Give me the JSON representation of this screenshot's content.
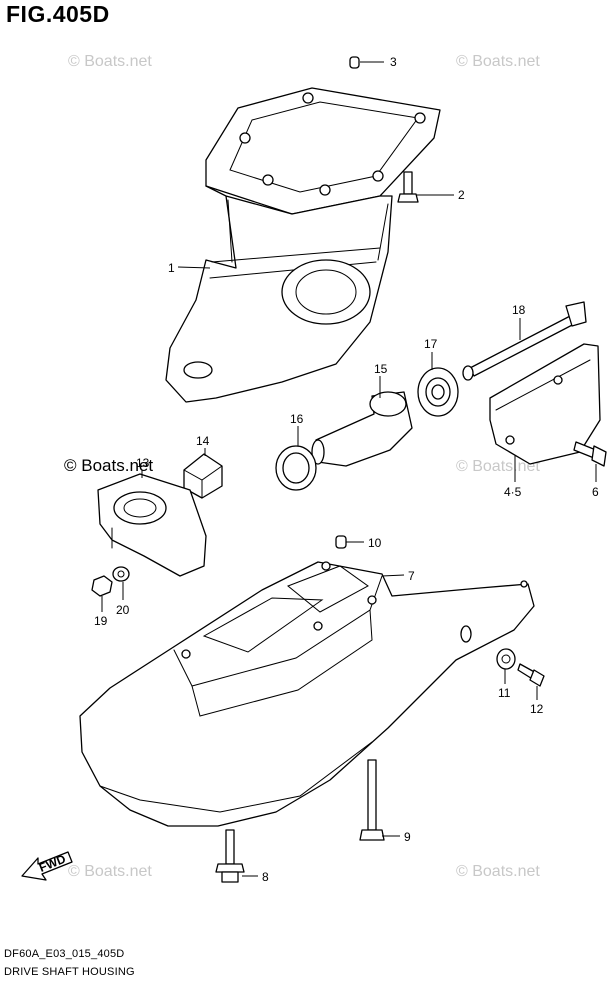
{
  "figure": {
    "title": "FIG.405D",
    "code": "DF60A_E03_015_405D",
    "name": "DRIVE SHAFT HOUSING"
  },
  "watermarks": {
    "light": "© Boats.net",
    "dark": "© Boats.net"
  },
  "callouts": {
    "p1": "1",
    "p2": "2",
    "p3": "3",
    "p45": "4·5",
    "p6": "6",
    "p7": "7",
    "p8": "8",
    "p9": "9",
    "p10": "10",
    "p11": "11",
    "p12": "12",
    "p13": "13",
    "p14": "14",
    "p15": "15",
    "p16": "16",
    "p17": "17",
    "p18": "18",
    "p19": "19",
    "p20": "20"
  },
  "arrow": {
    "label": "FWD"
  }
}
